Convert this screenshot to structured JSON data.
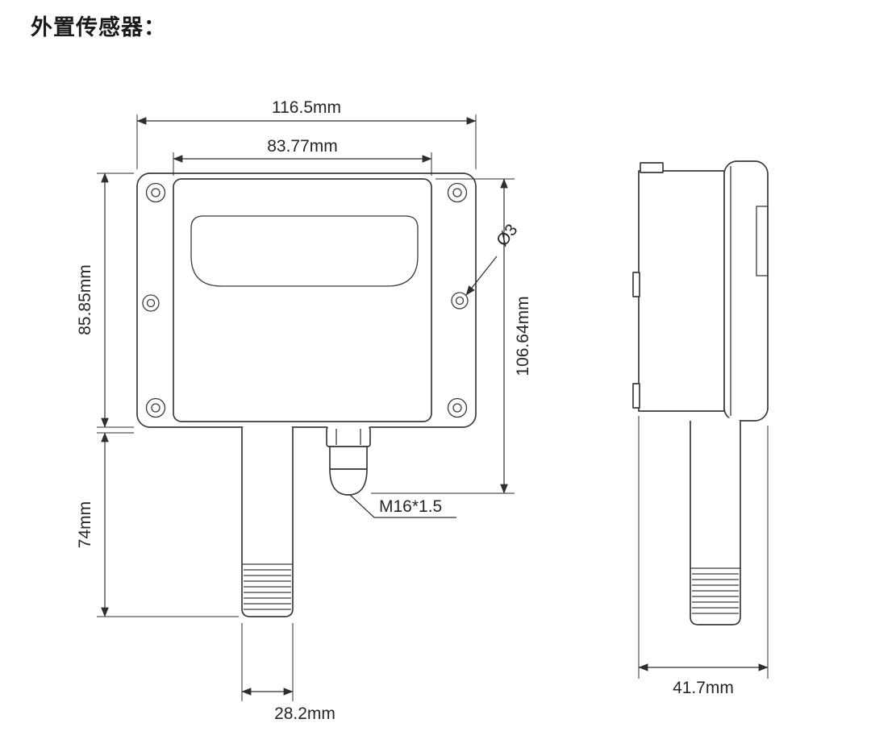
{
  "title": "外置传感器：",
  "front_view": {
    "dim_overall_width": "116.5mm",
    "dim_inner_width": "83.77mm",
    "dim_body_height": "85.85mm",
    "dim_probe_length": "74mm",
    "dim_total_height": "106.64mm",
    "hole_diameter": "Ø3",
    "gland_thread": "M16*1.5",
    "dim_probe_width": "28.2mm"
  },
  "side_view": {
    "dim_depth": "41.7mm"
  }
}
